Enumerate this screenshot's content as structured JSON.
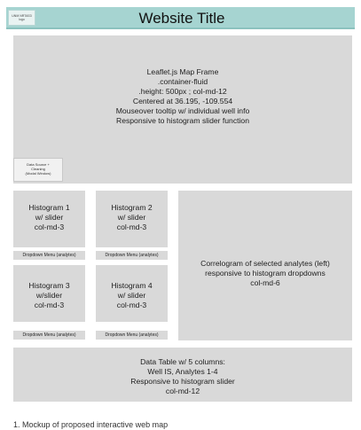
{
  "header": {
    "title": "Website Title",
    "logo_text": "UNM NRTAS3\nlogo"
  },
  "map": {
    "text": "Leaflet.js Map Frame\n.container-fluid\n.height: 500px ; col-md-12\nCentered at 36.195, -109.554\nMouseover tooltip w/ individual well info\nResponsive to histogram slider function",
    "modal_text": "Data Source +\nCleaning\n(Modal Window)"
  },
  "histograms": [
    {
      "text": "Histogram 1\nw/ slider\ncol-md-3",
      "dropdown": "Dropdown Menu (analytes)"
    },
    {
      "text": "Histogram 2\nw/ slider\ncol-md-3",
      "dropdown": "Dropdown Menu (analytes)"
    },
    {
      "text": "Histogram 3\nw/slider\ncol-md-3",
      "dropdown": "Dropdown Menu (analytes)"
    },
    {
      "text": "Histogram 4\nw/ slider\ncol-md-3",
      "dropdown": "Dropdown Menu (analytes)"
    }
  ],
  "correlogram": {
    "text": "Correlogram of selected analytes (left)\nresponsive to histogram dropdowns\ncol-md-6"
  },
  "data_table": {
    "text": "Data Table w/ 5 columns:\nWell IS, Analytes 1-4\nResponsive to histogram slider\ncol-md-12"
  },
  "footnote": "1. Mockup of proposed interactive web map"
}
